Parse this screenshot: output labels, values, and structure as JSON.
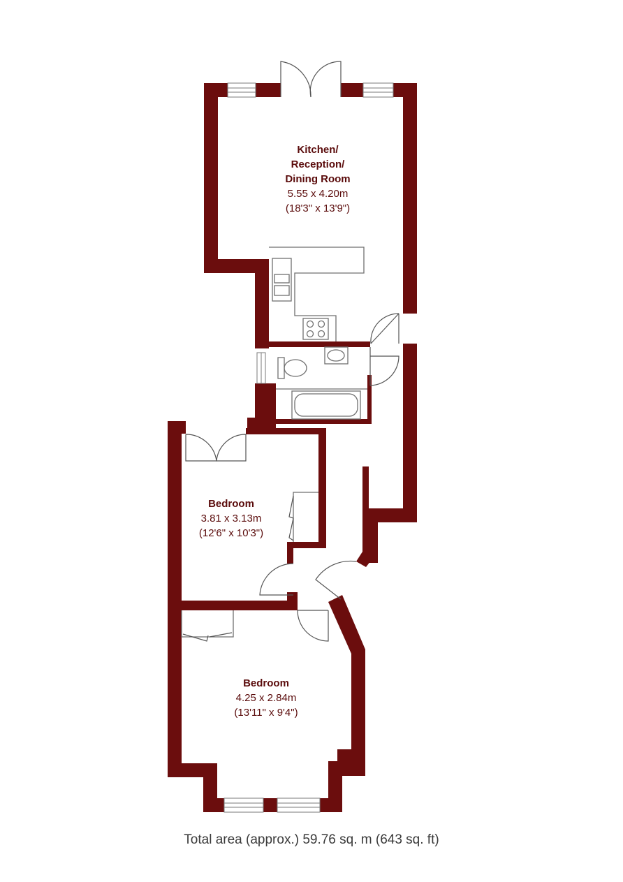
{
  "rooms": {
    "kitchen": {
      "name_line1": "Kitchen/",
      "name_line2": "Reception/",
      "name_line3": "Dining Room",
      "metric": "5.55 x 4.20m",
      "imperial": "(18'3\" x 13'9\")"
    },
    "bedroom1": {
      "name": "Bedroom",
      "metric": "3.81 x 3.13m",
      "imperial": "(12'6\" x 10'3\")"
    },
    "bedroom2": {
      "name": "Bedroom",
      "metric": "4.25 x 2.84m",
      "imperial": "(13'11\" x 9'4\")"
    }
  },
  "footer": {
    "total_area": "Total area (approx.) 59.76 sq. m (643 sq. ft)"
  },
  "colors": {
    "wall": "#6b0d0d",
    "text": "#5a0b0b",
    "fixture": "#6f6f6f"
  }
}
